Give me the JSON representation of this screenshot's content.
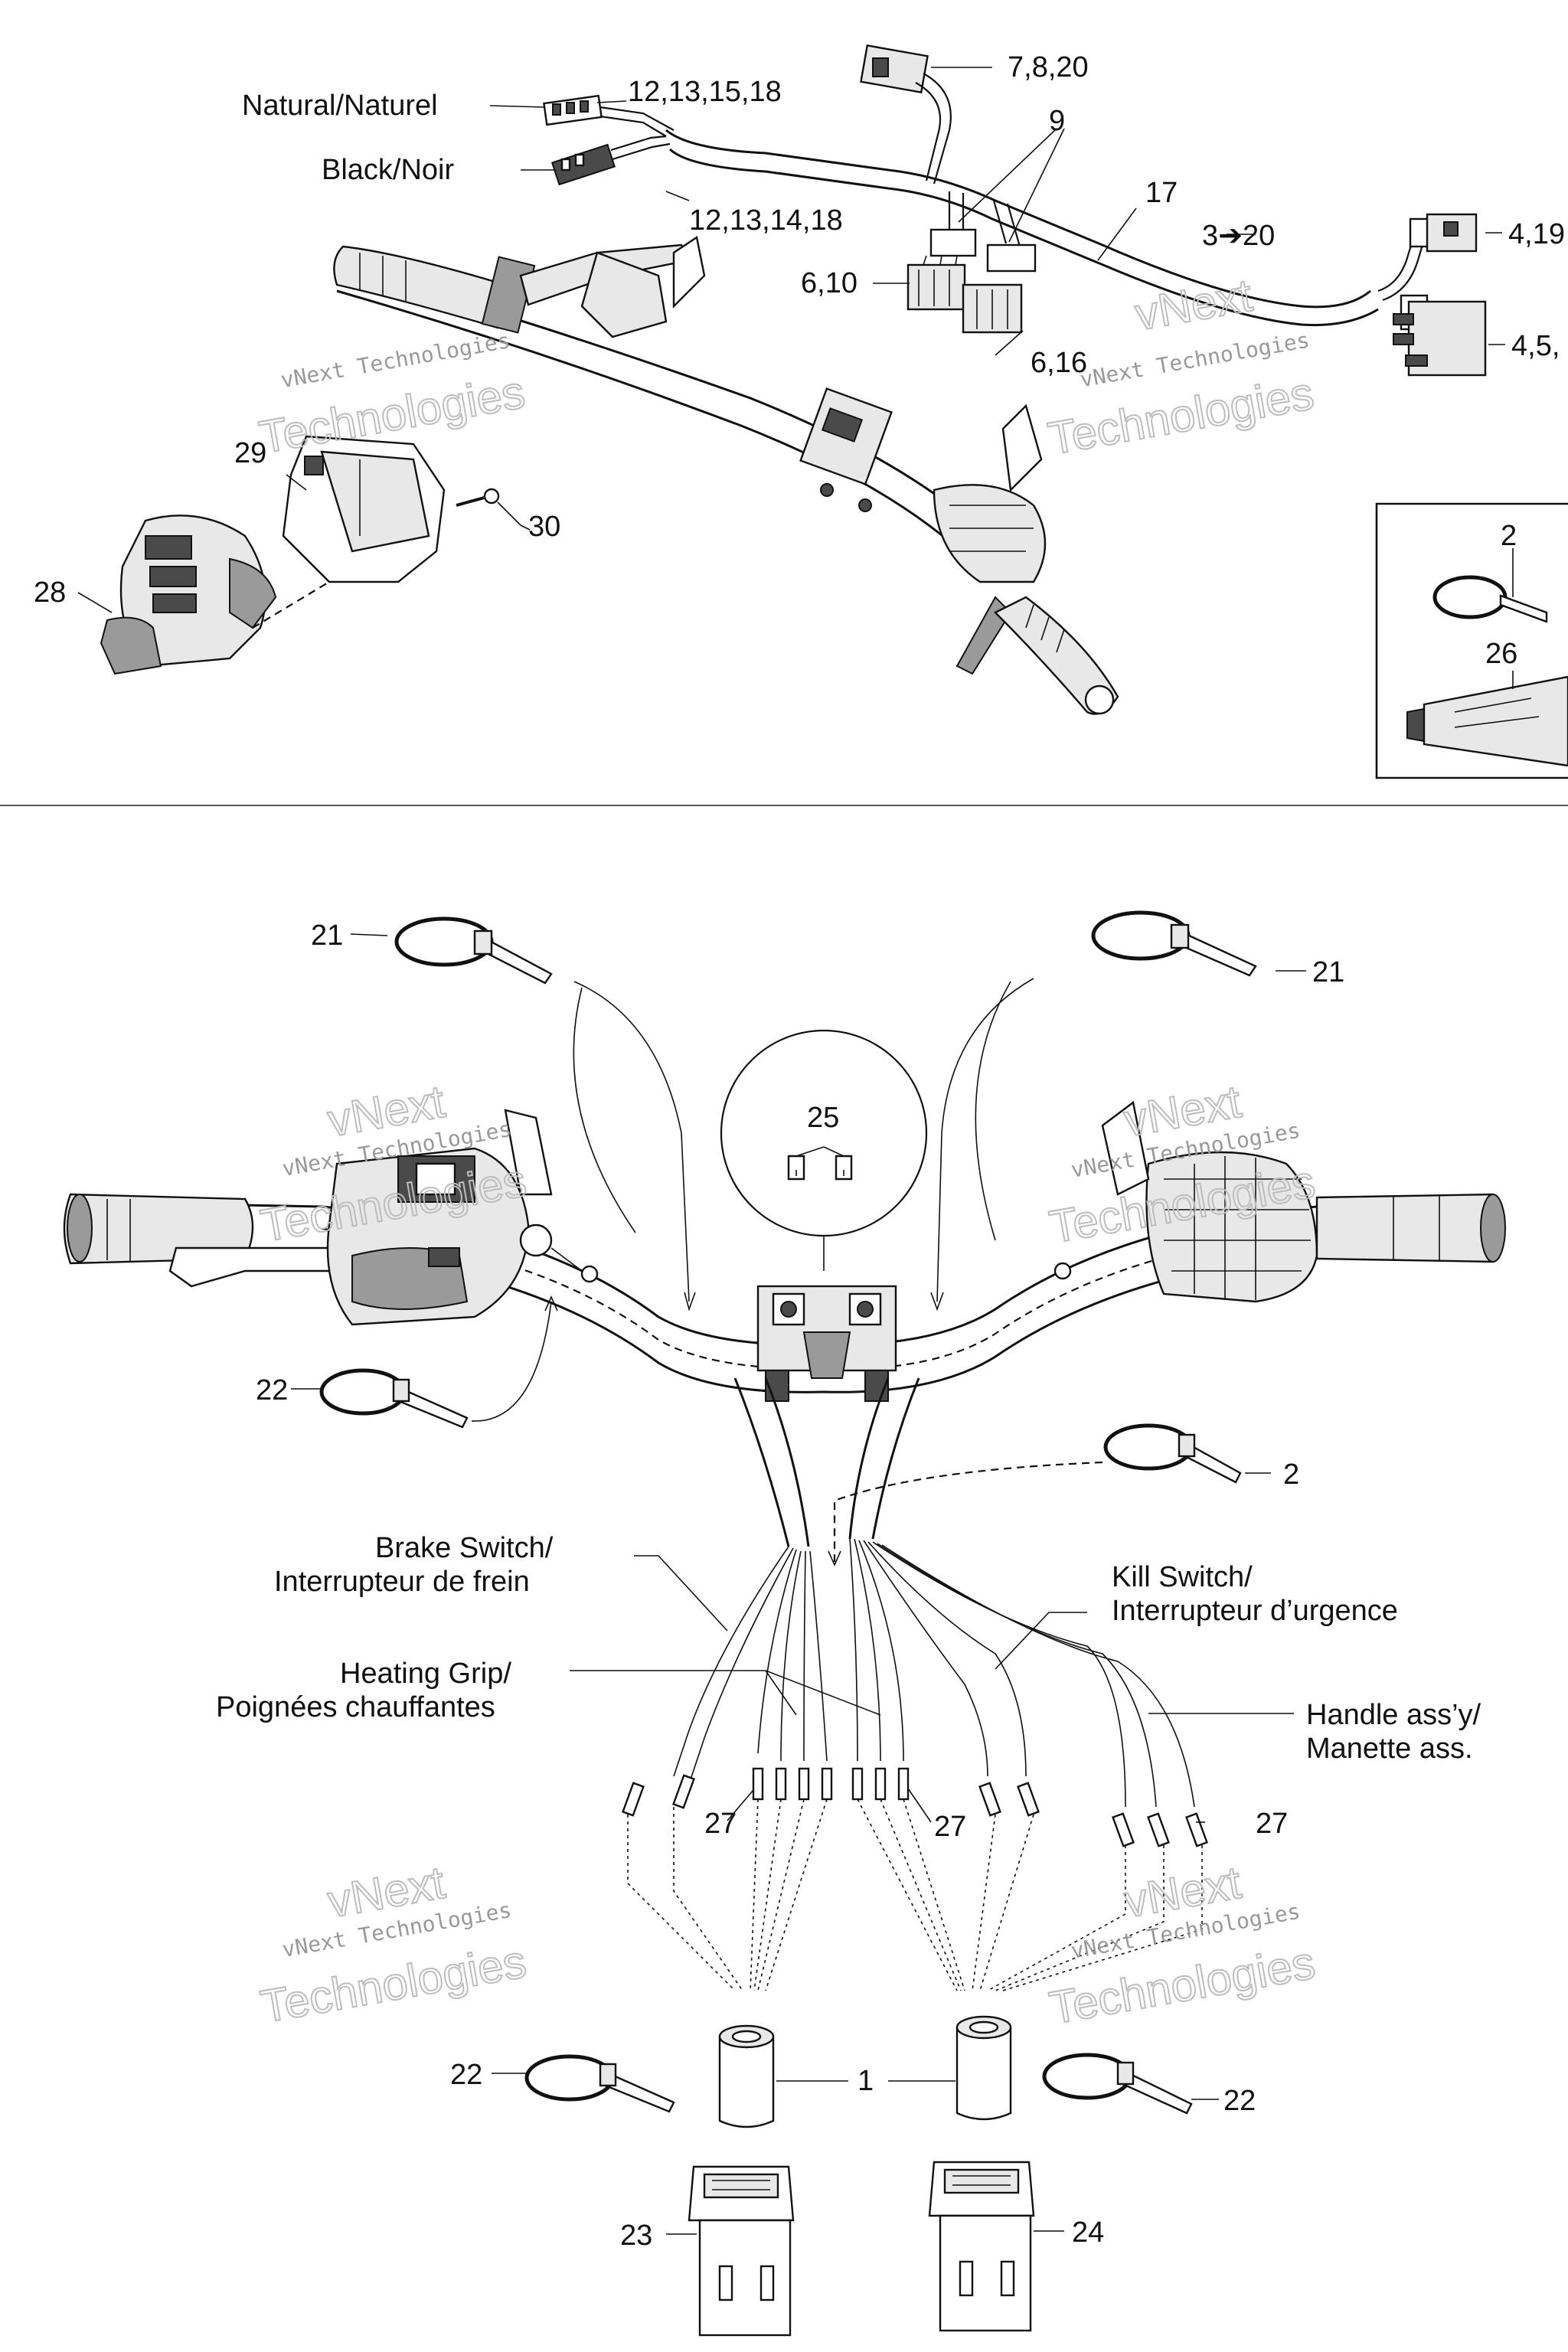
{
  "callouts": {
    "c_7_8_20": "7,8,20",
    "c_12_13_15_18": "12,13,15,18",
    "c_9": "9",
    "c_17": "17",
    "c_3_20": "3➔20",
    "c_4_19": "4,19",
    "c_12_13_14_18": "12,13,14,18",
    "c_6_10": "6,10",
    "c_6_16": "6,16",
    "c_4_5": "4,5,",
    "c_29": "29",
    "c_30": "30",
    "c_28": "28",
    "c_2_top": "2",
    "c_26": "26",
    "c_21_left": "21",
    "c_21_right": "21",
    "c_25": "25",
    "c_22_upper": "22",
    "c_2_mid": "2",
    "c_27_a": "27",
    "c_27_b": "27",
    "c_27_c": "27",
    "c_22_lower_left": "22",
    "c_1": "1",
    "c_22_lower_right": "22",
    "c_23": "23",
    "c_24": "24"
  },
  "wire_labels": {
    "natural": "Natural/Naturel",
    "black": "Black/Noir",
    "brake_en": "Brake Switch/",
    "brake_fr": "Interrupteur de frein",
    "heating_en": "Heating Grip/",
    "heating_fr": "Poignées chauffantes",
    "kill_en": "Kill Switch/",
    "kill_fr": "Interrupteur d’urgence",
    "handle_en": "Handle ass’y/",
    "handle_fr": "Manette ass."
  },
  "watermark": {
    "line1": "vNext Technologies",
    "line2": "vNext",
    "line3": "Technologies"
  },
  "colors": {
    "line": "#111111",
    "watermark": "#bdbdbd",
    "part_fill": "#e8e8e8"
  }
}
